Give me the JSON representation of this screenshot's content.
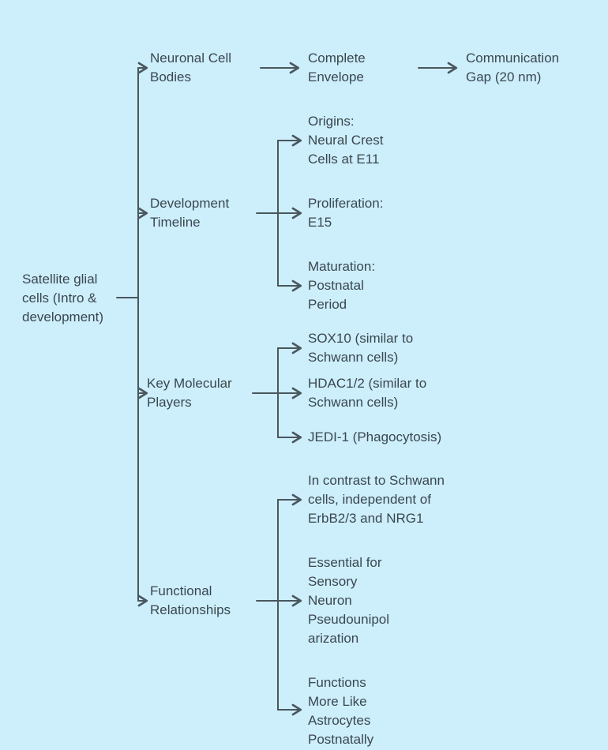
{
  "canvas": {
    "colors": {
      "bg": "#cdeefb",
      "ink": "#3a474f",
      "line": "#4a575e"
    }
  },
  "root": {
    "label": "Satellite glial\ncells (Intro &\ndevelopment)"
  },
  "branches": [
    {
      "label": "Neuronal Cell\nBodies",
      "children": [
        {
          "label": "Complete\nEnvelope"
        },
        {
          "label": "Communication\nGap (20 nm)"
        }
      ]
    },
    {
      "label": "Development\nTimeline",
      "children": [
        {
          "label": "Origins:\nNeural Crest\nCells at E11"
        },
        {
          "label": "Proliferation:\nE15"
        },
        {
          "label": "Maturation:\nPostnatal\nPeriod"
        }
      ]
    },
    {
      "label": "Key Molecular\nPlayers",
      "children": [
        {
          "label": "SOX10 (similar to\nSchwann cells)"
        },
        {
          "label": "HDAC1/2 (similar to\nSchwann cells)"
        },
        {
          "label": "JEDI-1 (Phagocytosis)"
        }
      ]
    },
    {
      "label": "Functional\nRelationships",
      "children": [
        {
          "label": "In contrast to Schwann\ncells, independent of\nErbB2/3 and NRG1"
        },
        {
          "label": "Essential for\nSensory\nNeuron\nPseudounipol\narization"
        },
        {
          "label": "Functions\nMore Like\nAstrocytes\nPostnatally"
        }
      ]
    }
  ]
}
